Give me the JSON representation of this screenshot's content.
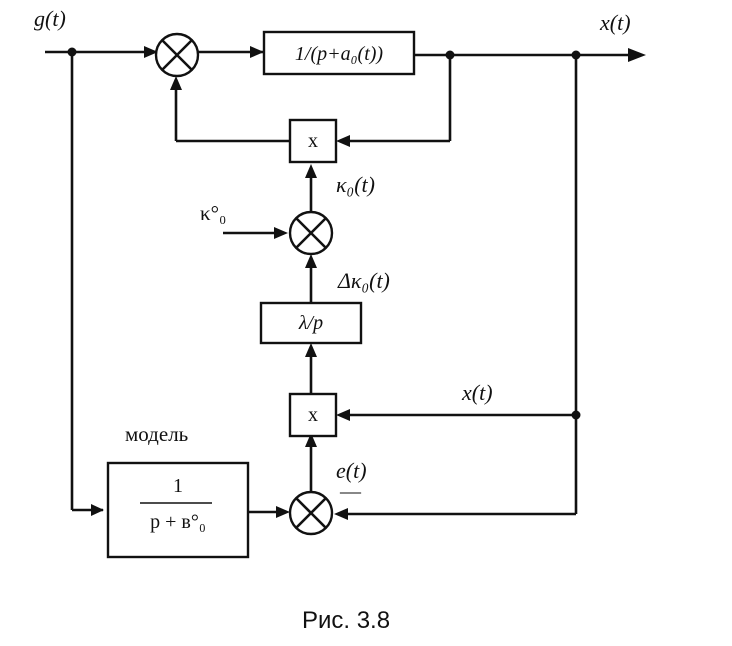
{
  "signals": {
    "input": "g(t)",
    "output": "x(t)",
    "feedback_x": "x(t)",
    "k0": "κ₀(t)",
    "k0_const": "κ°₀",
    "delta_k0": "Δκ₀(t)",
    "error": "e(t)",
    "minus_sign": "—"
  },
  "blocks": {
    "plant": "1/(p+a₀(t))",
    "multiplier_top": "x",
    "integrator": "λ/p",
    "multiplier_bottom": "x",
    "model_title": "модель",
    "model_numerator": "1",
    "model_denominator": "p + в°₀"
  },
  "caption": "Рис. 3.8"
}
